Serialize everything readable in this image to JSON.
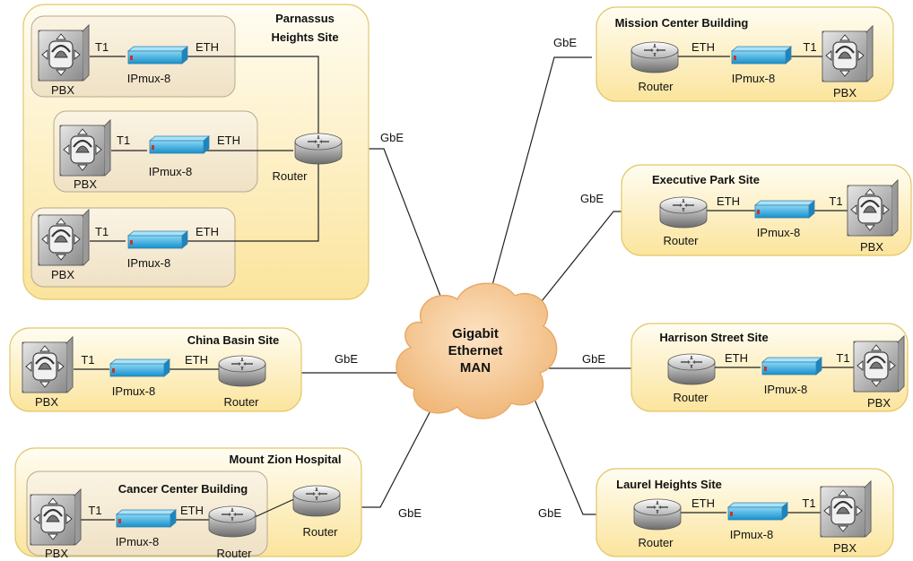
{
  "cloud": {
    "lines": [
      "Gigabit",
      "Ethernet",
      "MAN"
    ]
  },
  "labels": {
    "pbx": "PBX",
    "ipmux": "IPmux-8",
    "router": "Router",
    "t1": "T1",
    "eth": "ETH",
    "gbe": "GbE"
  },
  "sites": {
    "parnassus": {
      "title_lines": [
        "Parnassus",
        "Heights Site"
      ]
    },
    "mission": {
      "title": "Mission Center Building"
    },
    "executive": {
      "title": "Executive Park Site"
    },
    "china": {
      "title": "China Basin Site"
    },
    "harrison": {
      "title": "Harrison Street Site"
    },
    "zion": {
      "title": "Mount Zion Hospital",
      "sub_title": "Cancer Center Building"
    },
    "laurel": {
      "title": "Laurel Heights Site"
    }
  },
  "colors": {
    "site_fill_top": "#fffbe8",
    "site_fill_bottom": "#fbe39a",
    "site_stroke": "#e1c768",
    "cloud": "#f3c58c",
    "ipmux": "#29a7e0"
  }
}
